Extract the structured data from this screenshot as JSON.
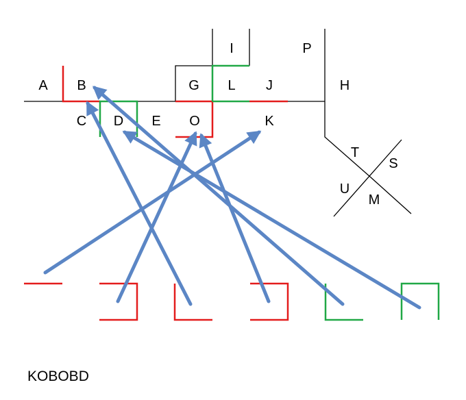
{
  "colors": {
    "black": "#000000",
    "red": "#e31c1c",
    "green": "#20a846",
    "arrow": "#5b86c5"
  },
  "grid_letters": {
    "A": "A",
    "B": "B",
    "C": "C",
    "D": "D",
    "E": "E",
    "G": "G",
    "I": "I",
    "L": "L",
    "J": "J",
    "O": "O",
    "K": "K",
    "P": "P",
    "H": "H",
    "T": "T",
    "S": "S",
    "U": "U",
    "M": "M"
  },
  "answer": "KOBOBD"
}
